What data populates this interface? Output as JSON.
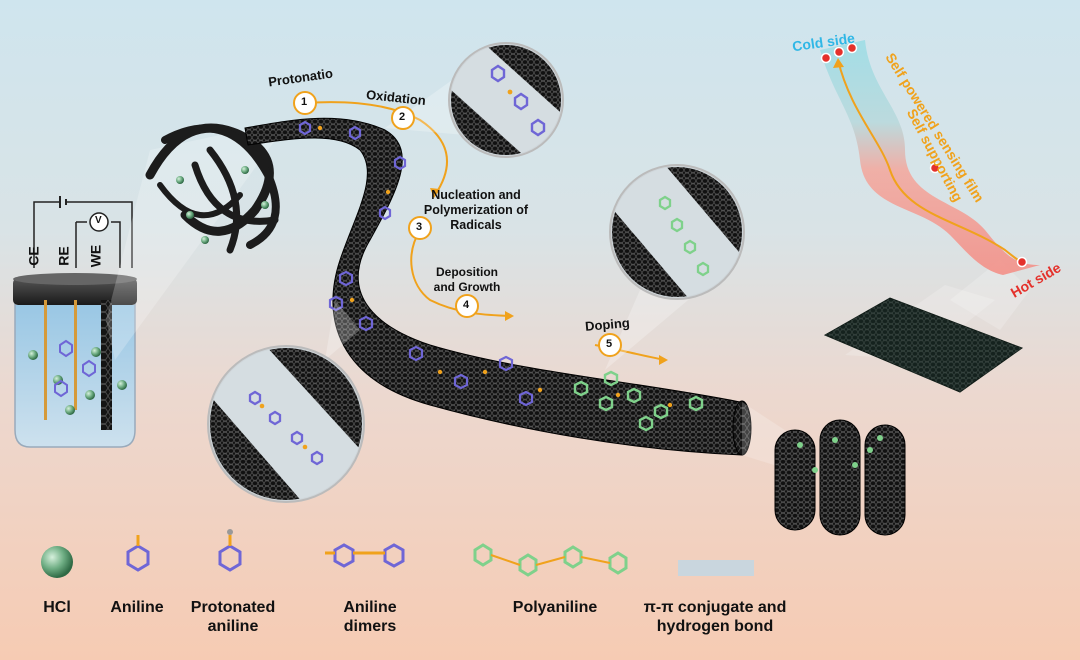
{
  "electrodes": {
    "ce": "CE",
    "re": "RE",
    "we": "WE",
    "voltmeter": "V"
  },
  "steps": [
    {
      "number": "1",
      "label": "Protonatio"
    },
    {
      "number": "2",
      "label": "Oxidation"
    },
    {
      "number": "3",
      "label": "Nucleation and Polymerization of Radicals"
    },
    {
      "number": "4",
      "label": "Deposition and Growth"
    },
    {
      "number": "5",
      "label": "Doping"
    }
  ],
  "film": {
    "cold_side": "Cold side",
    "hot_side": "Hot side",
    "title_line1": "Self supporting",
    "title_line2": "Self powered sensing film"
  },
  "legend": [
    {
      "label": "HCl"
    },
    {
      "label": "Aniline"
    },
    {
      "label": "Protonated aniline"
    },
    {
      "label": "Aniline dimers"
    },
    {
      "label": "Polyaniline"
    },
    {
      "label": "π-π conjugate and hydrogen bond"
    }
  ],
  "colors": {
    "accent_orange": "#f0a21c",
    "cold_label": "#2fb7e6",
    "hot_label": "#e4312b",
    "aniline_purple": "#6f66d6",
    "polyaniline_green": "#7fd18b",
    "hcl_green": "#6fae84",
    "conjugate_bar": "#c9d6de"
  }
}
